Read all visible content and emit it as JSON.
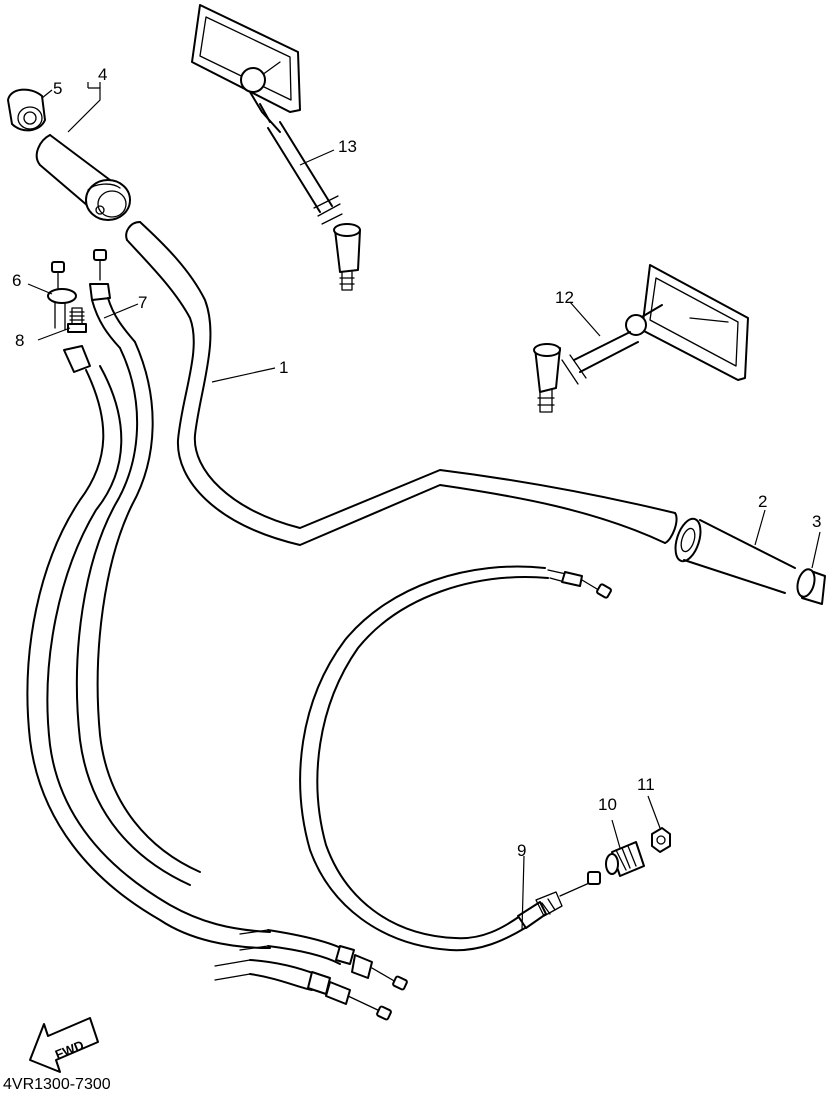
{
  "callouts": [
    {
      "id": "1",
      "text": "1"
    },
    {
      "id": "2",
      "text": "2"
    },
    {
      "id": "3",
      "text": "3"
    },
    {
      "id": "4",
      "text": "4"
    },
    {
      "id": "5",
      "text": "5"
    },
    {
      "id": "6",
      "text": "6"
    },
    {
      "id": "7",
      "text": "7"
    },
    {
      "id": "8",
      "text": "8"
    },
    {
      "id": "9",
      "text": "9"
    },
    {
      "id": "10",
      "text": "10"
    },
    {
      "id": "11",
      "text": "11"
    },
    {
      "id": "12",
      "text": "12"
    },
    {
      "id": "13",
      "text": "13"
    }
  ],
  "direction_arrow": {
    "text": "FWD"
  },
  "diagram_code": "4VR1300-7300"
}
